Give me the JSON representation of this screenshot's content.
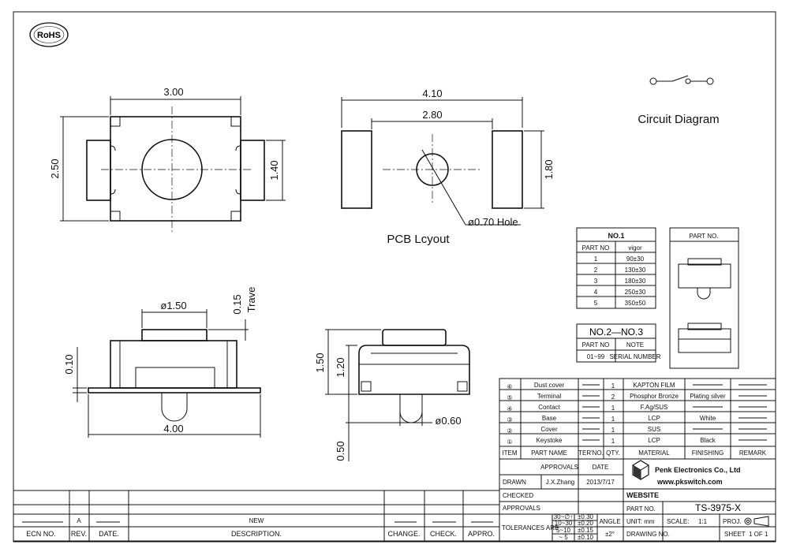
{
  "rohs": "RoHS",
  "top_view": {
    "width": "3.00",
    "height": "2.50",
    "terminal": "1.40"
  },
  "pcb": {
    "overall": "4.10",
    "inner": "2.80",
    "height": "1.80",
    "hole": "ø0.70 Hole",
    "title": "PCB Lcyout"
  },
  "circuit": {
    "title": "Circuit Diagram"
  },
  "side_view": {
    "actuator": "ø1.50",
    "travel_value": "0.15",
    "travel_label": "Trave",
    "base": "0.10",
    "length": "4.00"
  },
  "front_view": {
    "height": "1.50",
    "body": "1.20",
    "stem": "ø0.60",
    "stem_len": "0.50"
  },
  "no1_table": {
    "title": "NO.1",
    "headers": [
      "PART NO",
      "vigor"
    ],
    "rows": [
      [
        "1",
        "90±30"
      ],
      [
        "2",
        "130±30"
      ],
      [
        "3",
        "180±30"
      ],
      [
        "4",
        "250±30"
      ],
      [
        "5",
        "350±50"
      ]
    ]
  },
  "no23_table": {
    "title": "NO.2—NO.3",
    "headers": [
      "PART NO",
      "NOTE"
    ],
    "row": [
      "01~99",
      "SERIAL NUMBER"
    ]
  },
  "part_no_box": {
    "title": "PART NO."
  },
  "bom": {
    "rows": [
      {
        "num": "⑥",
        "name": "Dust cover",
        "qty": "1",
        "material": "KAPTON FILM",
        "finishing": "",
        "remark": ""
      },
      {
        "num": "⑤",
        "name": "Terminal",
        "qty": "2",
        "material": "Phosphor Bronze",
        "finishing": "Plating silver",
        "remark": ""
      },
      {
        "num": "④",
        "name": "Contact",
        "qty": "1",
        "material": "F.Ag/SUS",
        "finishing": "",
        "remark": ""
      },
      {
        "num": "③",
        "name": "Base",
        "qty": "1",
        "material": "LCP",
        "finishing": "White",
        "remark": ""
      },
      {
        "num": "②",
        "name": "Cover",
        "qty": "1",
        "material": "SUS",
        "finishing": "",
        "remark": ""
      },
      {
        "num": "①",
        "name": "Keystoke",
        "qty": "1",
        "material": "LCP",
        "finishing": "Black",
        "remark": ""
      }
    ],
    "headers": [
      "ITEM",
      "PART NAME",
      "TER'NO.",
      "QTY.",
      "MATERIAL",
      "FINISHING",
      "REMARK"
    ]
  },
  "title_block": {
    "approvals": "APPROVALS",
    "date": "DATE",
    "drawn": "DRAWN",
    "drawn_by": "J.X.Zhang",
    "drawn_date": "2013/7/17",
    "checked": "CHECKED",
    "approvals2": "APPROVALS",
    "company": "Penk Electronics Co., Ltd",
    "website_url": "www.pkswitch.com",
    "website": "WEBSITE",
    "part_no_label": "PART NO.",
    "part_no": "TS-3975-X",
    "tolerances": "TOLERANCES ARE",
    "tol_rows": [
      [
        "30~∅↑",
        "±0.30"
      ],
      [
        "10~30",
        "±0.20"
      ],
      [
        "5~10",
        "±0.15"
      ],
      [
        "~ 5",
        "±0.10"
      ]
    ],
    "angle": "ANGLE",
    "angle_val": "±2°",
    "unit": "UNIT: mm",
    "scale": "SCALE:",
    "scale_val": "1:1",
    "proj": "PROJ.",
    "drawing_no": "DRAWING NO.",
    "sheet": "SHEET",
    "sheet_val": "1 OF 1"
  },
  "revision": {
    "rev_letter": "A",
    "new": "NEW",
    "headers": [
      "ECN NO.",
      "REV.",
      "DATE.",
      "DESCRIPTION.",
      "CHANGE.",
      "CHECK.",
      "APPRO."
    ]
  }
}
